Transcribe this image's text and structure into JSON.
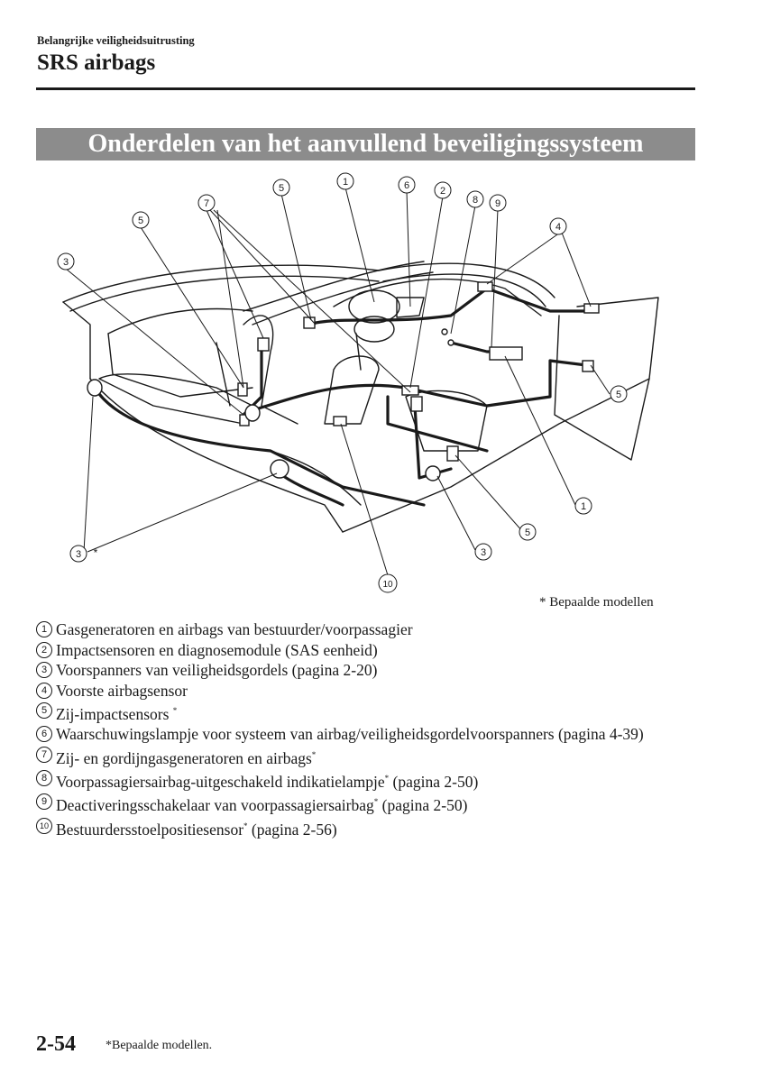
{
  "header": {
    "section": "Belangrijke veiligheidsuitrusting",
    "title": "SRS airbags"
  },
  "banner": "Onderdelen van het aanvullend beveiligingssysteem",
  "diagram": {
    "callouts": [
      "5",
      "1",
      "6",
      "2",
      "8",
      "9",
      "7",
      "5",
      "4",
      "3",
      "5",
      "1",
      "5",
      "3",
      "3",
      "10"
    ],
    "asterisk": "*",
    "note": "* Bepaalde modellen"
  },
  "legend": [
    {
      "num": "1",
      "text": "Gasgeneratoren en airbags van bestuurder/voorpassagier",
      "mark": ""
    },
    {
      "num": "2",
      "text": "Impactsensoren en diagnosemodule (SAS eenheid)",
      "mark": ""
    },
    {
      "num": "3",
      "text": "Voorspanners van veiligheidsgordels (pagina 2-20)",
      "mark": ""
    },
    {
      "num": "4",
      "text": "Voorste airbagsensor",
      "mark": ""
    },
    {
      "num": "5",
      "text": "Zij-impactsensors",
      "mark": "*"
    },
    {
      "num": "6",
      "text": "Waarschuwingslampje voor systeem van airbag/veiligheidsgordelvoorspanners (pagina 4-39)",
      "mark": ""
    },
    {
      "num": "7",
      "text": "Zij- en gordijngasgeneratoren en airbags",
      "mark": "*"
    },
    {
      "num": "8",
      "text": "Voorpassagiersairbag-uitgeschakeld indikatielampje",
      "mark": "*",
      "after": " (pagina 2-50)"
    },
    {
      "num": "9",
      "text": "Deactiveringsschakelaar van voorpassagiersairbag",
      "mark": "*",
      "after": " (pagina 2-50)"
    },
    {
      "num": "10",
      "text": "Bestuurdersstoelpositiesensor",
      "mark": "*",
      "after": " (pagina 2-56)"
    }
  ],
  "footer": {
    "page_number": "2-54",
    "footnote": "*Bepaalde modellen."
  },
  "colors": {
    "banner": "#8c8c8c",
    "ink": "#1a1a1a"
  }
}
